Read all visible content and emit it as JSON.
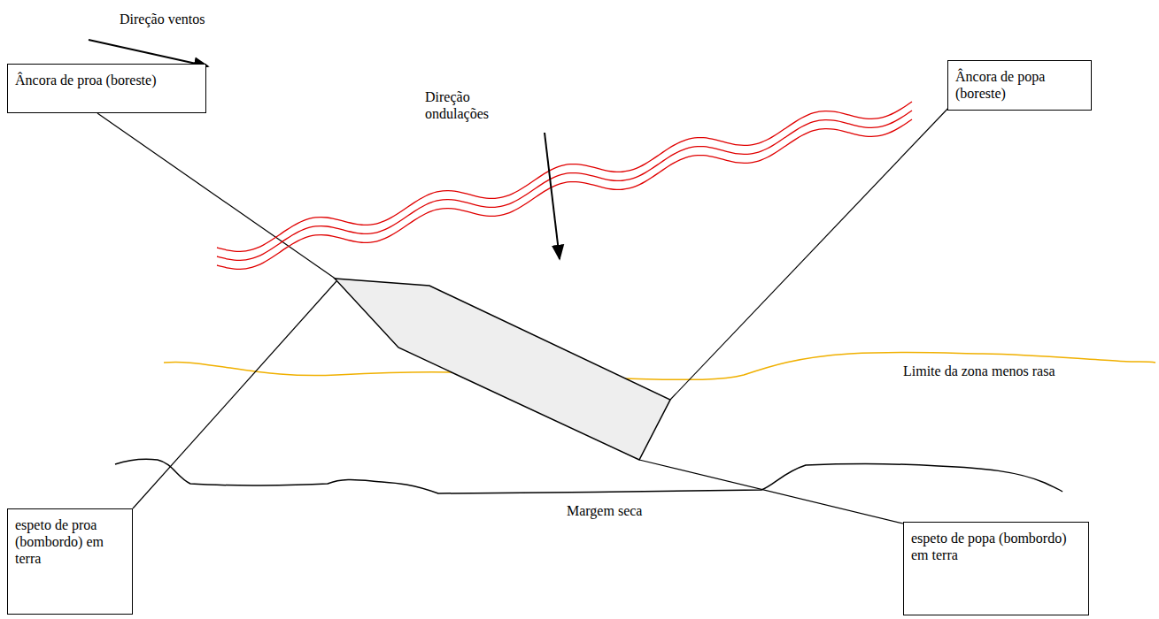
{
  "diagram": {
    "nodes": [
      {
        "text": [
          "Âncora de proa (boreste)"
        ]
      },
      {
        "text": [
          "Âncora de popa (boreste)"
        ]
      },
      {
        "text": [
          "espeto de proa (bombordo) em terra"
        ]
      },
      {
        "text": [
          "espeto de popa (bombordo) em terra"
        ]
      }
    ],
    "labels": [
      "Direção ventos",
      "Direção ondulações",
      "Limite da zona menos rasa",
      "Margem seca"
    ]
  }
}
